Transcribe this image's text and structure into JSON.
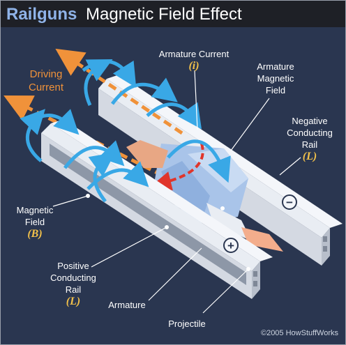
{
  "title": {
    "brand": "Railguns",
    "rest": "Magnetic Field Effect"
  },
  "labels": {
    "driving_current": "Driving Current",
    "armature_current": "Armature Current",
    "armature_current_symbol": "(i)",
    "armature_magnetic_field": "Armature Magnetic Field",
    "negative_rail": "Negative Conducting Rail",
    "negative_rail_symbol": "(L)",
    "magnetic_field": "Magnetic Field",
    "magnetic_field_symbol": "(B)",
    "positive_rail": "Positive Conducting Rail",
    "positive_rail_symbol": "(L)",
    "armature": "Armature",
    "projectile": "Projectile"
  },
  "rail_signs": {
    "negative": "−",
    "positive": "+"
  },
  "copyright": "©2005 HowStuffWorks",
  "colors": {
    "background": "#2a3650",
    "title_bar": "#1e2026",
    "title_brand": "#8fb3e8",
    "driving_current": "#f0923a",
    "armature_current": "#e0352b",
    "field_arrows": "#39a8e6",
    "symbol": "#f2c14a"
  }
}
